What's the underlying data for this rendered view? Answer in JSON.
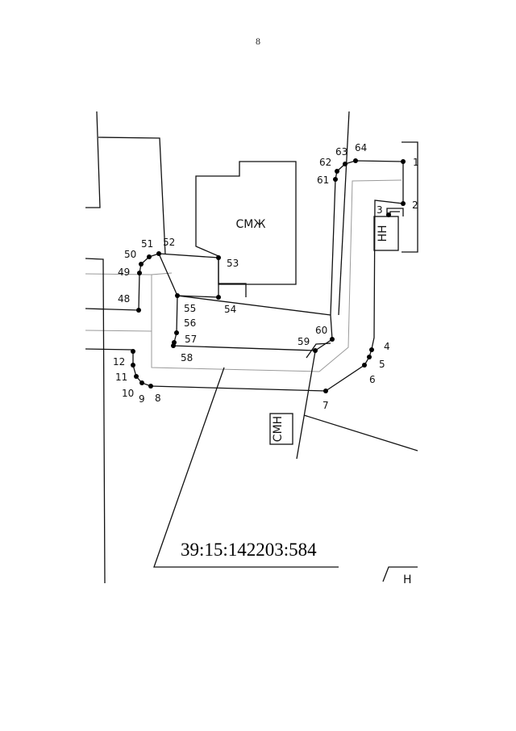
{
  "page": {
    "number": "8"
  },
  "map": {
    "cadastral_number": "39:15:142203:584",
    "building_labels": {
      "main": "СМЖ",
      "small_right": "НН",
      "lower": "СМН",
      "corner": "Н"
    },
    "points": [
      {
        "id": "1",
        "label": "1"
      },
      {
        "id": "2",
        "label": "2"
      },
      {
        "id": "3",
        "label": "3"
      },
      {
        "id": "4",
        "label": "4"
      },
      {
        "id": "5",
        "label": "5"
      },
      {
        "id": "6",
        "label": "6"
      },
      {
        "id": "7",
        "label": "7"
      },
      {
        "id": "8",
        "label": "8"
      },
      {
        "id": "9",
        "label": "9"
      },
      {
        "id": "10",
        "label": "10"
      },
      {
        "id": "11",
        "label": "11"
      },
      {
        "id": "12",
        "label": "12"
      },
      {
        "id": "48",
        "label": "48"
      },
      {
        "id": "49",
        "label": "49"
      },
      {
        "id": "50",
        "label": "50"
      },
      {
        "id": "51",
        "label": "51"
      },
      {
        "id": "52",
        "label": "52"
      },
      {
        "id": "53",
        "label": "53"
      },
      {
        "id": "54",
        "label": "54"
      },
      {
        "id": "55",
        "label": "55"
      },
      {
        "id": "56",
        "label": "56"
      },
      {
        "id": "57",
        "label": "57"
      },
      {
        "id": "58",
        "label": "58"
      },
      {
        "id": "59",
        "label": "59"
      },
      {
        "id": "60",
        "label": "60"
      },
      {
        "id": "61",
        "label": "61"
      },
      {
        "id": "62",
        "label": "62"
      },
      {
        "id": "63",
        "label": "63"
      },
      {
        "id": "64",
        "label": "64"
      }
    ]
  }
}
